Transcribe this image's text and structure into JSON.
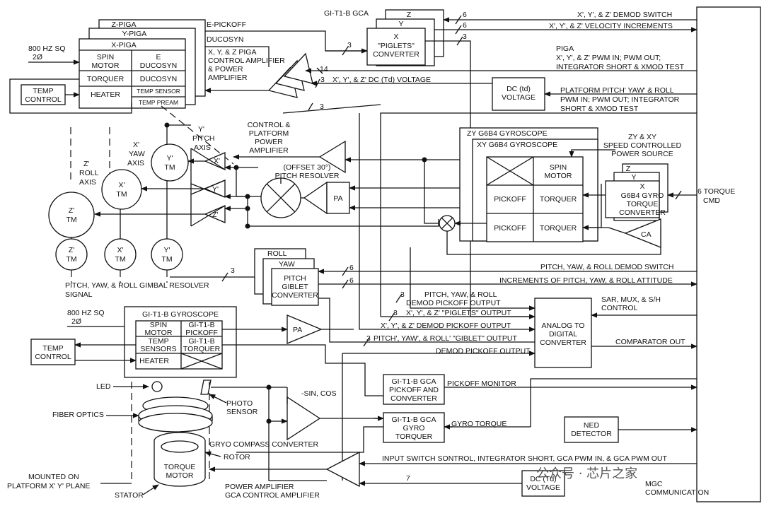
{
  "sections": {
    "piga": {
      "z_label": "Z-PIGA",
      "y_label": "Y-PIGA",
      "x_label": "X-PIGA",
      "spin_motor": "SPIN\nMOTOR",
      "e_ducosyn": "E\nDUCOSYN",
      "torquer": "TORQUER",
      "ducosyn": "DUCOSYN",
      "heater": "HEATER",
      "temp_sensor": "TEMP SENSOR",
      "temp_pream": "TEMP PREAM",
      "hz_input": "800 HZ SQ\n2Ø",
      "temp_control": "TEMP\nCONTROL",
      "e_pickoff": "E-PICKOFF",
      "ducosyn_out": "DUCOSYN"
    },
    "piga_amp": {
      "title": "X, Y, & Z PIGA\nCONTROL AMPLIFIER\n& POWER\nAMPLIFIER"
    },
    "gca": {
      "title": "GI-T1-B GCA",
      "z": "Z",
      "y": "Y",
      "x": "X",
      "converter": "\"PIGLETS\"\nCONVERTER"
    },
    "right_signals": {
      "demod_switch": "X', Y', & Z' DEMOD SWITCH",
      "velocity_inc": "X', Y', & Z' VELOCITY INCREMENTS",
      "piga_pwm": "PIGA\nX', Y', & Z' PWM IN; PWM OUT;\nINTEGRATOR SHORT & XMOD TEST",
      "dc_voltage": "X', Y', & Z' DC (Td) VOLTAGE",
      "platform_pwm": "PLATFORM PITCH' YAW' & ROLL\nPWM IN; PWM OUT; INTEGRATOR\nSHORT & XMOD TEST",
      "torque_cmd": "6 TORQUE\nCMD",
      "pyr_demod": "PITCH, YAW, & ROLL DEMOD SWITCH",
      "attitude_inc": "INCREMENTS OF PITCH, YAW, & ROLL ATTITUDE",
      "sar_mux": "SAR, MUX, & S/H\nCONTROL",
      "comparator": "COMPARATOR OUT",
      "pickoff_monitor": "PICKOFF MONITOR",
      "gyro_torque": "GYRO TORQUE",
      "input_switch": "INPUT SWITCH SONTROL, INTEGRATOR SHORT, GCA PWM IN, & GCA PWM OUT",
      "mgc": "MGC",
      "comm": "COMMUNICATION"
    },
    "dc_td": "DC (td)\nVOLTAGE",
    "platform_amp": "CONTROL &\nPLATFORM\nPOWER\nAMPLIFIER",
    "offset_resolver": "(OFFSET 30°)\nPITCH RESOLVER",
    "pa": "PA",
    "ca": "CA",
    "axes": {
      "x_yaw": "X'\nYAW\nAXIS",
      "z_roll": "Z'\nROLL\nAXIS",
      "y_pitch": "Y'\nPITCH\nAXIS",
      "y_tm": "Y'\nTM",
      "x_tm": "X'\nTM",
      "z_tm": "Z'\nTM",
      "x_amp": "X'",
      "y_amp": "Y'",
      "z_amp": "Z'"
    },
    "g6b4": {
      "zy": "ZY G6B4 GYROSCOPE",
      "xy": "XY G6B4 GYROSCOPE",
      "spin_motor": "SPIN\nMOTOR",
      "pickoff": "PICKOFF",
      "torquer": "TORQUER",
      "speed_ctrl": "ZY & XY\nSPEED CONTROLLED\nPOWER SOURCE",
      "conv_z": "Z",
      "conv_y": "Y",
      "conv_x": "X",
      "converter": "G6B4 GYRO\nTORQUE\nCONVERTER"
    },
    "gimbal": {
      "signal": "PITCH, YAW, & ROLL GIMBAL RESOLVER\nSIGNAL",
      "roll": "ROLL",
      "yaw": "YAW",
      "pitch": "PITCH\nGIBLET\nCONVERTER"
    },
    "adc": {
      "title": "ANALOG TO\nDIGITAL\nCONVERTER",
      "in1": "PITCH, YAW, & ROLL\nDEMOD PICKOFF OUTPUT",
      "in2": "X', Y', & Z' \"PIGLETS\" OUTPUT",
      "in3": "X', Y', & Z' DEMOD PICKOFF OUTPUT",
      "in4": "PITCH', YAW', & ROLL' \"GIBLET\" OUTPUT",
      "in5": "DEMOD PICKOFF OUTPUT"
    },
    "gyro": {
      "hz_input": "800 HZ SQ\n2Ø",
      "title": "GI-T1-B GYROSCOPE",
      "spin_motor": "SPIN\nMOTOR",
      "pickoff": "GI-T1-B\nPICKOFF",
      "temp_sensors": "TEMP\nSENSORS",
      "torquer": "GI-T1-B\nTORQUER",
      "heater": "HEATER",
      "temp_control": "TEMP\nCONTROL"
    },
    "compass": {
      "led": "LED",
      "fiber": "FIBER OPTICS",
      "photo": "PHOTO\nSENSOR",
      "sincos": "-SIN, COS",
      "converter": "GRYO COMPASS CONVERTER",
      "rotor": "ROTOR",
      "torque_motor": "TORQUE\nMOTOR",
      "stator": "STATOR",
      "mounted": "MOUNTED ON\nPLATFORM X' Y' PLANE",
      "power_amp": "POWER AMPLIFIER\nGCA CONTROL AMPLIFIER"
    },
    "gca_pickoff": "GI-T1-B GCA\nPICKOFF AND\nCONVERTER",
    "gca_torquer": "GI-T1-B GCA\nGYRO\nTORQUER",
    "ned": "NED\nDETECTOR",
    "dc_td_bottom": "DC (Td)\nVOLTAGE",
    "bus_counts": {
      "n6a": "6",
      "n6b": "6",
      "n3a": "3",
      "n3b": "3",
      "n14": "14",
      "n3c": "3",
      "n3d": "3",
      "n3e": "3",
      "n6c": "6",
      "n6d": "6",
      "n3f": "3",
      "n3g": "3",
      "n3h": "3",
      "n7": "7"
    },
    "watermark": "公众号 · 芯片之家"
  }
}
